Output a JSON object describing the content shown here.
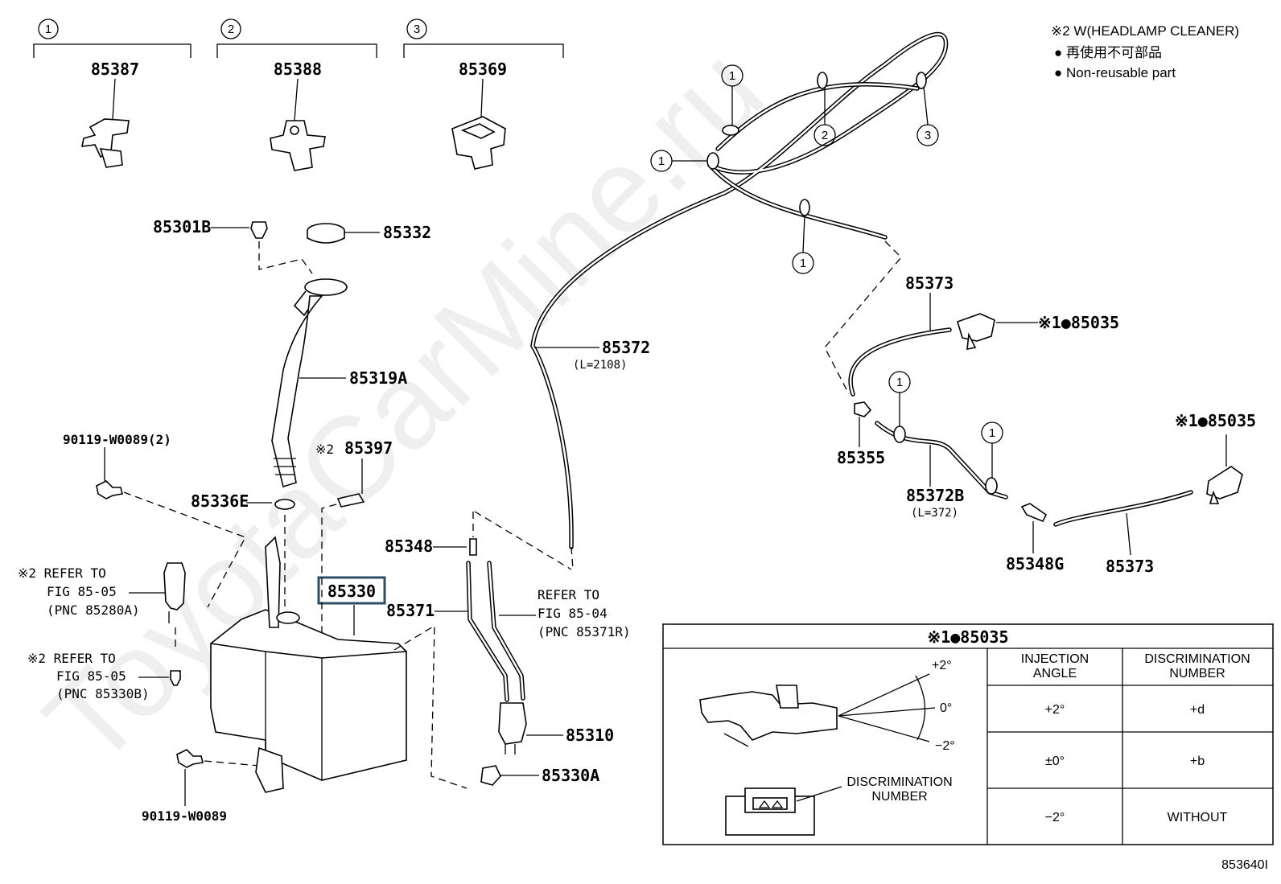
{
  "watermark": "ToyotaCarMine.ru",
  "legend": {
    "title": "※2 W(HEADLAMP CLEANER)",
    "line1": "● 再使用不可部品",
    "line2": "● Non-reusable part"
  },
  "clip_groups": [
    {
      "index": "1",
      "part": "85387"
    },
    {
      "index": "2",
      "part": "85388"
    },
    {
      "index": "3",
      "part": "85369"
    }
  ],
  "hose_markers": {
    "m1": "1",
    "m2": "1",
    "m3": "2",
    "m4": "3",
    "m5": "1",
    "m6": "1",
    "m7": "1"
  },
  "labels": {
    "p85301B": "85301B",
    "p85332": "85332",
    "p85319A": "85319A",
    "p90119a": "90119-W0089(2)",
    "p85397_mark": "※2",
    "p85397": "85397",
    "p85336E": "85336E",
    "p85348": "85348",
    "p85330": "85330",
    "p85371": "85371",
    "p85310": "85310",
    "p85330A": "85330A",
    "p90119b": "90119-W0089",
    "p85372": "85372",
    "p85372_len": "(L=2108)",
    "p85373a": "85373",
    "p85035a": "※1●85035",
    "p85355": "85355",
    "p85372B": "85372B",
    "p85372B_len": "(L=372)",
    "p85348G": "85348G",
    "p85373b": "85373",
    "p85035b": "※1●85035",
    "figure_id": "853640I"
  },
  "refs": {
    "r1": {
      "l1": "※2 REFER TO",
      "l2": "FIG 85-05",
      "l3": "(PNC 85280A)"
    },
    "r2": {
      "l1": "※2 REFER TO",
      "l2": "FIG 85-05",
      "l3": "(PNC 85330B)"
    },
    "r3": {
      "l1": "REFER TO",
      "l2": "FIG 85-04",
      "l3": "(PNC 85371R)"
    }
  },
  "detail": {
    "title": "※1●85035",
    "angle_plus": "+2°",
    "angle_zero": "0°",
    "angle_minus": "−2°",
    "disc_label_l1": "DISCRIMINATION",
    "disc_label_l2": "NUMBER",
    "col1_l1": "INJECTION",
    "col1_l2": "ANGLE",
    "col2_l1": "DISCRIMINATION",
    "col2_l2": "NUMBER",
    "rows": [
      {
        "angle": "+2°",
        "disc": "+d"
      },
      {
        "angle": "±0°",
        "disc": "+b"
      },
      {
        "angle": "−2°",
        "disc": "WITHOUT"
      }
    ]
  }
}
